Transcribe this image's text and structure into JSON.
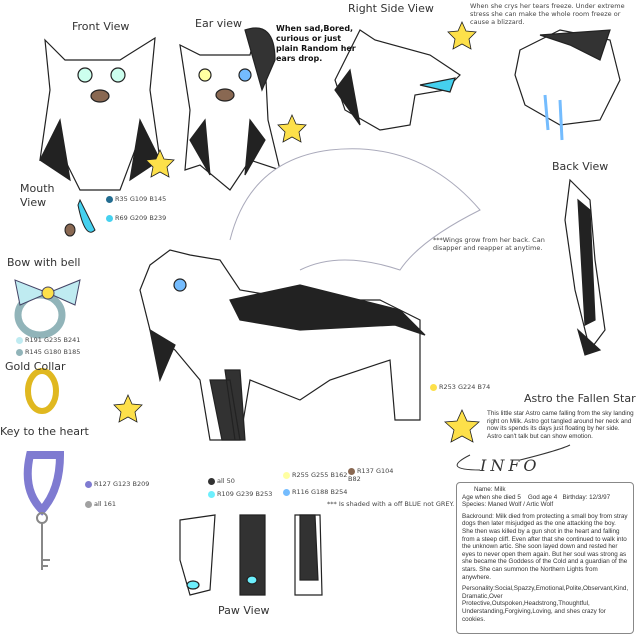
{
  "labels": {
    "front_view": "Front View",
    "ear_view": "Ear view",
    "ear_note": "When sad,Bored, curious or just plain Random her ears drop.",
    "right_side_view": "Right Side View",
    "tears_note": "When she crys her tears freeze. Under extreme stress she can make the whole room freeze or cause a blizzard.",
    "mouth_view": "Mouth View",
    "back_view": "Back View",
    "wings_note": "***Wings grow from her back. Can disapper and reapper at anytime.",
    "bow_with_bell": "Bow with bell",
    "gold_collar": "Gold Collar",
    "key_to_heart": "Key to the heart",
    "astro_title": "Astro the Fallen Star",
    "astro_desc": "This little star Astro came falling from the sky landing right on Milk. Astro got tangled around her neck and now its spends its days just floating by her side. Astro can't talk but can show emotion.",
    "info_signature": "INFO",
    "paw_view": "Paw View",
    "shading_note": "*** Is shaded with a off BLUE not GREY."
  },
  "swatches": {
    "mouth": [
      {
        "label": "R35 G109 B145",
        "color": "#236d91"
      },
      {
        "label": "R69 G209 B239",
        "color": "#45d1ef"
      }
    ],
    "bow": [
      {
        "label": "R191 G235 B241",
        "color": "#bfebf1"
      },
      {
        "label": "R145 G180 B185",
        "color": "#91b4b9"
      }
    ],
    "key": [
      {
        "label": "R127 G123 B209",
        "color": "#7f7bd1"
      },
      {
        "label": "all 161",
        "color": "#a1a1a1"
      }
    ],
    "star": {
      "label": "R253 G224 B74",
      "color": "#fde04a"
    },
    "body": [
      {
        "label": "all 50",
        "color": "#323232"
      },
      {
        "label": "R109 G239 B253",
        "color": "#6deffd"
      },
      {
        "label": "R255 G255 B162",
        "color": "#ffffa2"
      },
      {
        "label": "R116 G188 B254",
        "color": "#74bcfe"
      },
      {
        "label": "R137 G104 B82",
        "color": "#896852"
      }
    ]
  },
  "info": {
    "name": "Name:  Milk",
    "age_died": "Age when she died 5",
    "god_age": "God age 4",
    "birthday": "Birthday: 12/3/97",
    "species": "Species: Maned Wolf / Artic Wolf",
    "backround": "Backround: Milk died from protecting a small boy from stray dogs then later misjudged as the one attacking the boy. She then was killed by a gun shot in the heart and falling from a steep cliff. Even after that she continued to walk into the unknown artic. She soon layed down and rested her eyes to never open them again. But her soul was strong as she became the Goddess of the Cold and a guardian of the stars. She can summon the Northern Lights from anywhere.",
    "personality": "Personality:Social,Spazzy,Emotional,Polite,Observant,Kind, Dramatic,Over Protective,Outspoken,Headstrong,Thoughtful, Understanding,Forgiving,Loving, and shes crazy for cookies."
  }
}
